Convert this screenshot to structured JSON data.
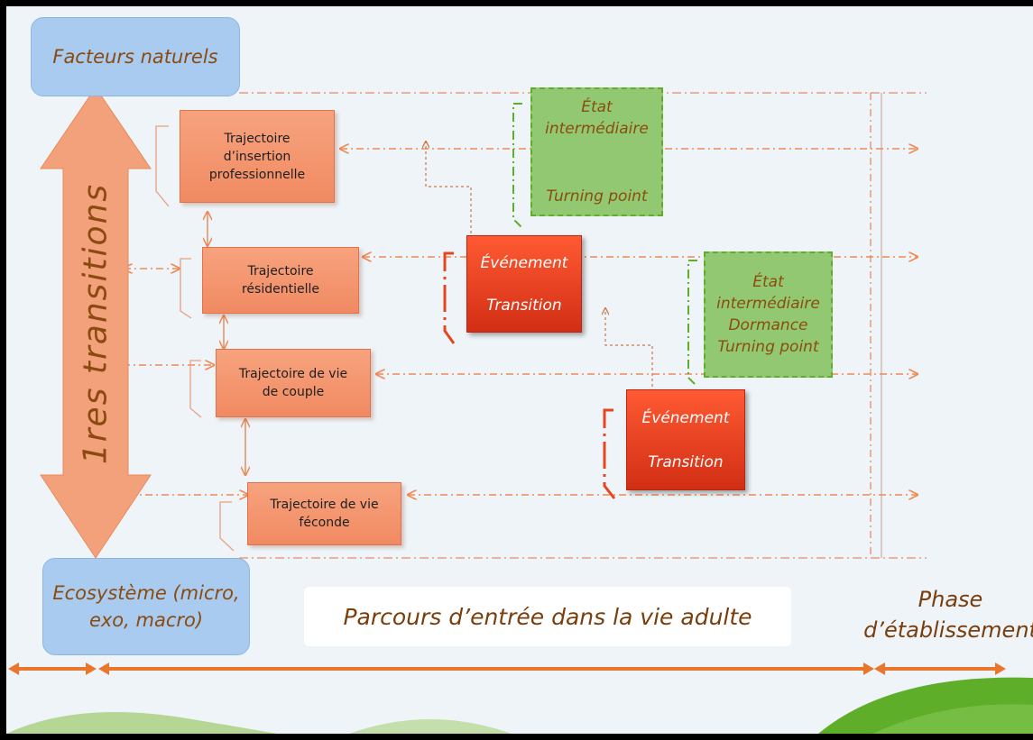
{
  "top_box": {
    "label": "Facteurs naturels"
  },
  "bottom_box": {
    "label": "Ecosystème (micro, exo, macro)"
  },
  "vertical_arrow": {
    "label": "1res transitions"
  },
  "trajectories": [
    {
      "label": "Trajectoire d’insertion professionnelle"
    },
    {
      "label": "Trajectoire résidentielle"
    },
    {
      "label": "Trajectoire de vie de couple"
    },
    {
      "label": "Trajectoire de vie féconde"
    }
  ],
  "states": [
    {
      "line1": "État",
      "line2": "intermédiaire",
      "line3": "Turning point"
    },
    {
      "line1": "État",
      "line2": "intermédiaire",
      "line3": "Dormance",
      "line4": "Turning point"
    }
  ],
  "events": [
    {
      "line1": "Événement",
      "line2": "Transition"
    },
    {
      "line1": "Événement",
      "line2": "Transition"
    }
  ],
  "bottom": {
    "parcours": "Parcours d’entrée dans la vie adulte",
    "phase_line1": "Phase",
    "phase_line2": "d’établissement"
  },
  "colors": {
    "orange_arrow": "#f2a07a",
    "timeline": "#e9762b",
    "dashed_line": "#ef8a55",
    "green_dash": "#5fae2a",
    "red_bracket": "#e8441e"
  }
}
